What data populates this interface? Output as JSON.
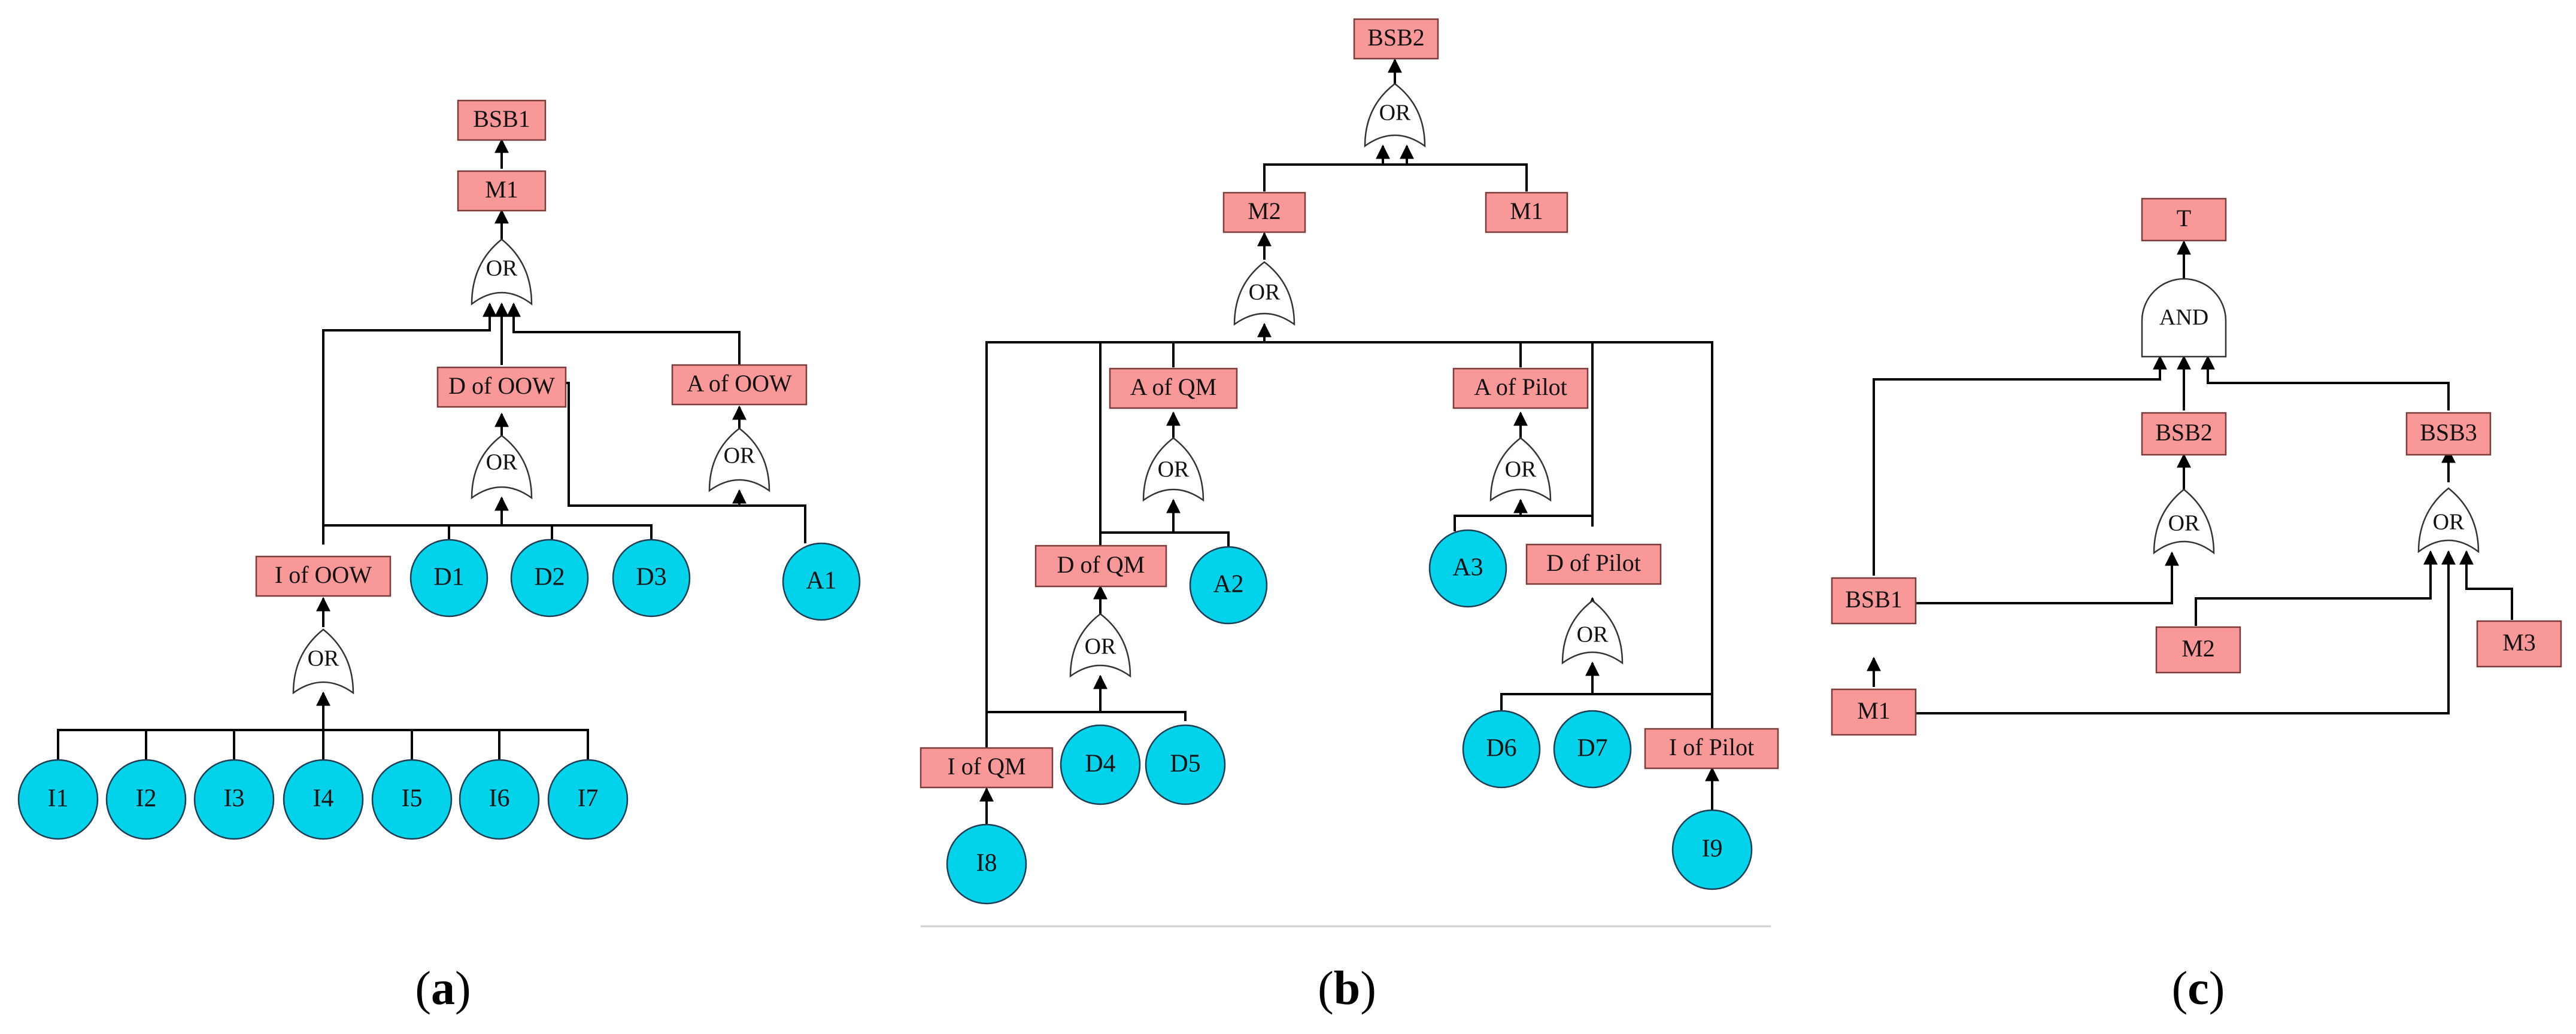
{
  "colors": {
    "event_box": "#f99898",
    "basic_event": "#02d2ea",
    "gate": "#ffffff",
    "line": "#000000"
  },
  "panels": [
    {
      "caption": "a",
      "events": {
        "bsb1": "BSB1",
        "m1": "M1",
        "d_oow": "D of OOW",
        "a_oow": "A of OOW",
        "i_oow": "I of OOW"
      },
      "gates": {
        "g_m1": "OR",
        "g_d": "OR",
        "g_a": "OR",
        "g_i": "OR"
      },
      "basic_events": {
        "d1": "D1",
        "d2": "D2",
        "d3": "D3",
        "a1": "A1",
        "i1": "I1",
        "i2": "I2",
        "i3": "I3",
        "i4": "I4",
        "i5": "I5",
        "i6": "I6",
        "i7": "I7"
      }
    },
    {
      "caption": "b",
      "events": {
        "bsb2": "BSB2",
        "m2": "M2",
        "m1": "M1",
        "a_qm": "A of QM",
        "a_pilot": "A of Pilot",
        "d_qm": "D of QM",
        "d_pilot": "D of Pilot",
        "i_qm": "I of QM",
        "i_pilot": "I of Pilot"
      },
      "gates": {
        "g_bsb2": "OR",
        "g_m2": "OR",
        "g_aqm": "OR",
        "g_apilot": "OR",
        "g_dqm": "OR",
        "g_dpilot": "OR"
      },
      "basic_events": {
        "a2": "A2",
        "a3": "A3",
        "d4": "D4",
        "d5": "D5",
        "d6": "D6",
        "d7": "D7",
        "i8": "I8",
        "i9": "I9"
      }
    },
    {
      "caption": "c",
      "events": {
        "t": "T",
        "bsb1": "BSB1",
        "bsb2": "BSB2",
        "bsb3": "BSB3",
        "m1": "M1",
        "m2": "M2",
        "m3": "M3"
      },
      "gates": {
        "g_t": "AND",
        "g_bsb2": "OR",
        "g_bsb3": "OR"
      }
    }
  ]
}
